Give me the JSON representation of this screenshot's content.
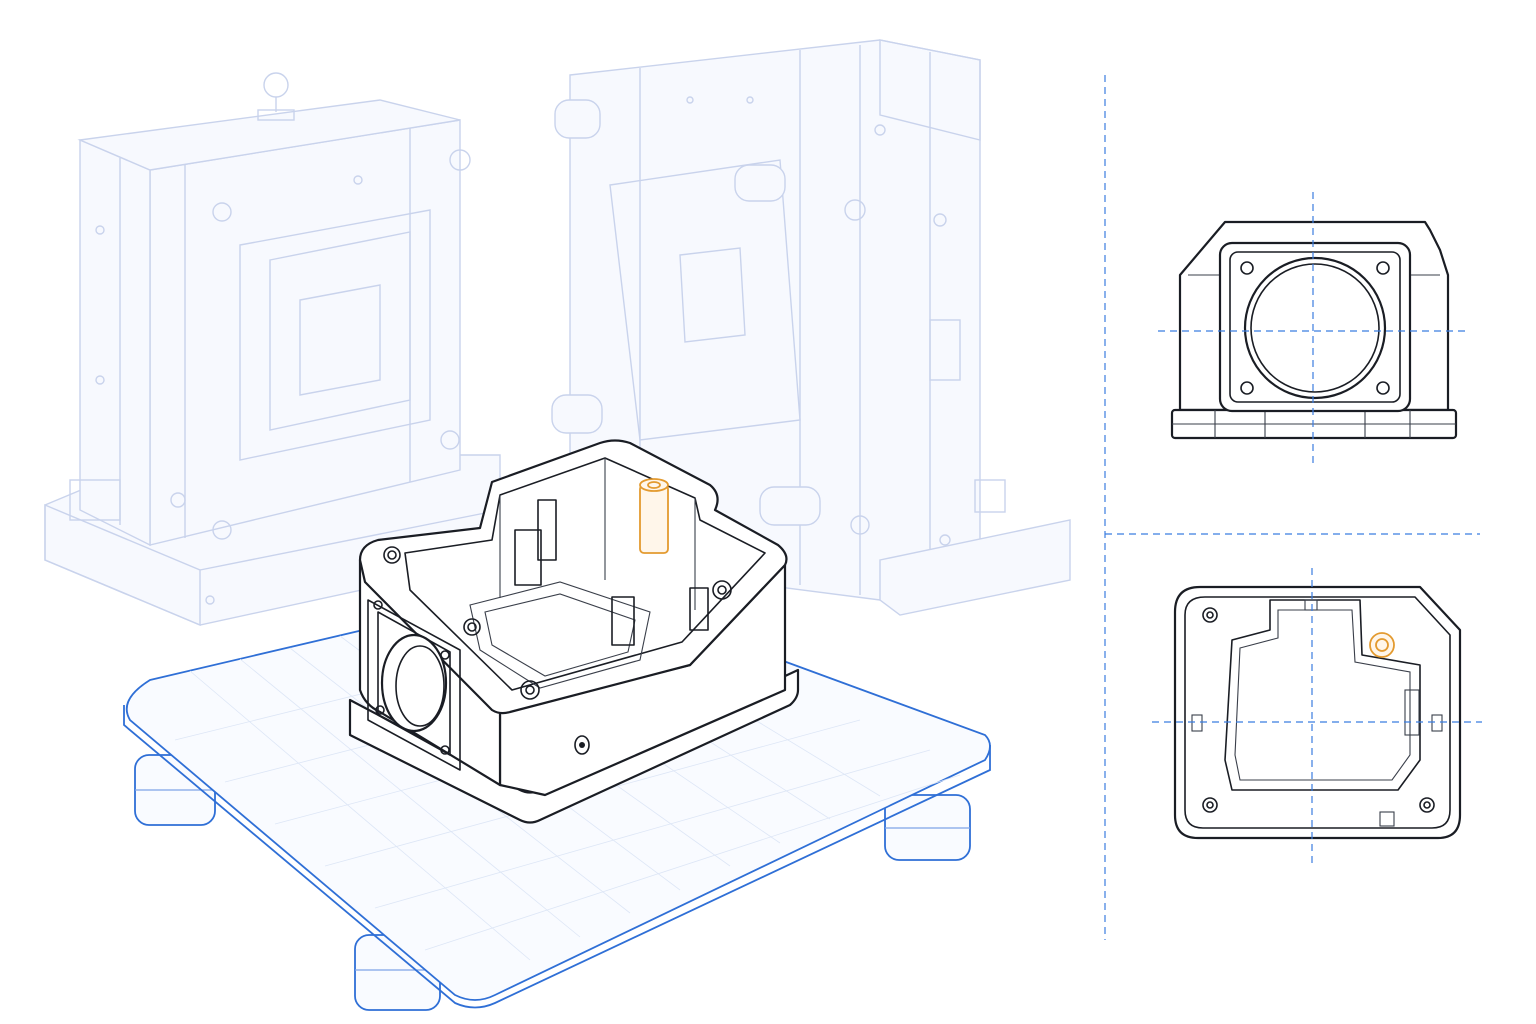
{
  "drawing": {
    "views": [
      "mold-left",
      "mold-right",
      "isometric-part",
      "front-view",
      "top-view"
    ],
    "colors": {
      "ghost": "#c9d3ec",
      "fixture": "#2f6fd6",
      "ink": "#1a1d24",
      "highlight": "#e39a2f",
      "centerline": "#3b7de0"
    },
    "icons": [
      "mold-block",
      "fixture-plate",
      "housing-part",
      "boss-highlight"
    ]
  }
}
